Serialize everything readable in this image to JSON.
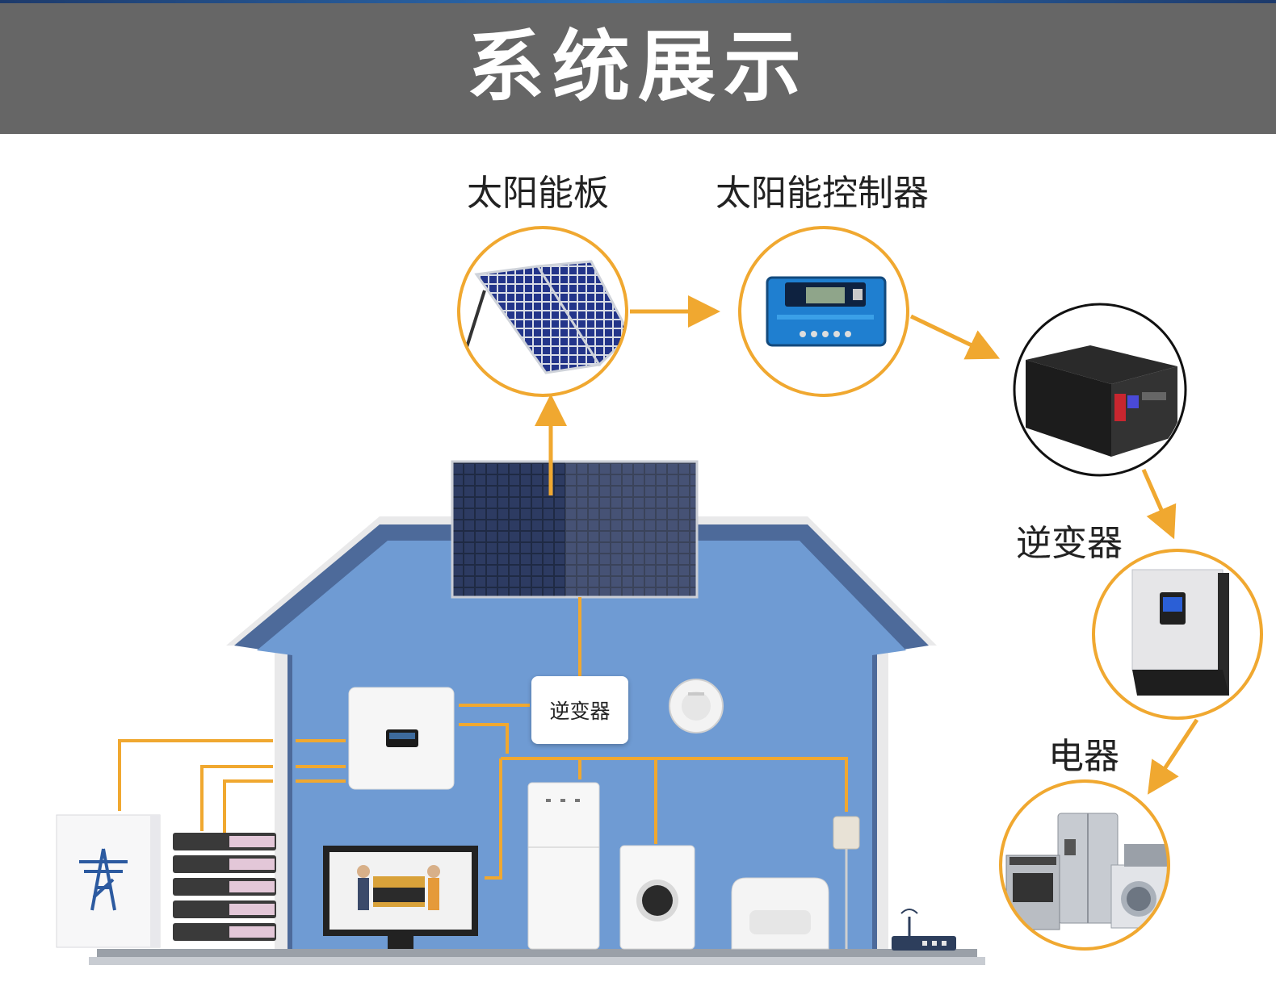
{
  "header": {
    "title": "系统展示"
  },
  "components": {
    "solar_panel": {
      "label": "太阳能板",
      "icon": "solar-panel-icon"
    },
    "solar_controller": {
      "label": "太阳能控制器",
      "icon": "charge-controller-icon"
    },
    "battery": {
      "icon": "rack-battery-icon"
    },
    "inverter": {
      "label": "逆变器",
      "icon": "inverter-icon"
    },
    "appliances": {
      "label": "电器",
      "icon": "home-appliances-icon"
    }
  },
  "house": {
    "inverter_box_label": "逆变器"
  },
  "colors": {
    "banner": "#666666",
    "accent": "#f0a830",
    "house": "#6f9bd3",
    "house_roof": "#4d6a9a"
  }
}
